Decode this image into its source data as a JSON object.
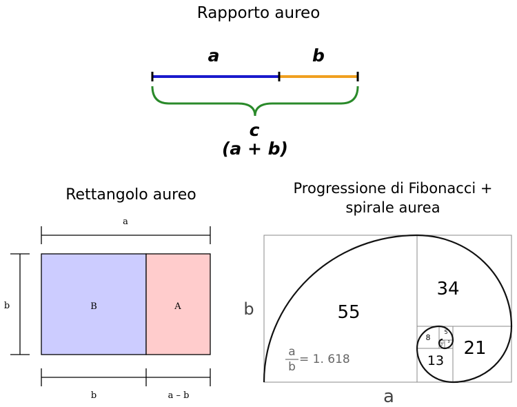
{
  "golden_ratio": {
    "title": "Rapporto aureo",
    "segment_a_label": "a",
    "segment_b_label": "b",
    "total_label": "c",
    "total_formula": "(a + b)",
    "colors": {
      "a": "#1a1acc",
      "b": "#f0a020",
      "brace": "#2a8a2a"
    }
  },
  "golden_rectangle": {
    "title": "Rettangolo aureo",
    "top_dimension": "a",
    "left_dimension": "b",
    "square_label": "B",
    "rect_label": "A",
    "bottom_left_dimension": "b",
    "bottom_right_dimension": "a – b",
    "colors": {
      "square": "#ccccff",
      "rect": "#ffcccc"
    }
  },
  "fibonacci": {
    "title_line1": "Progressione di Fibonacci +",
    "title_line2": "spirale aurea",
    "side_label_b": "b",
    "bottom_label_a": "a",
    "squares": [
      "55",
      "34",
      "21",
      "13",
      "8",
      "5",
      "3",
      "2",
      "1"
    ],
    "ratio_numerator": "a",
    "ratio_denominator": "b",
    "ratio_value": "= 1. 618"
  }
}
